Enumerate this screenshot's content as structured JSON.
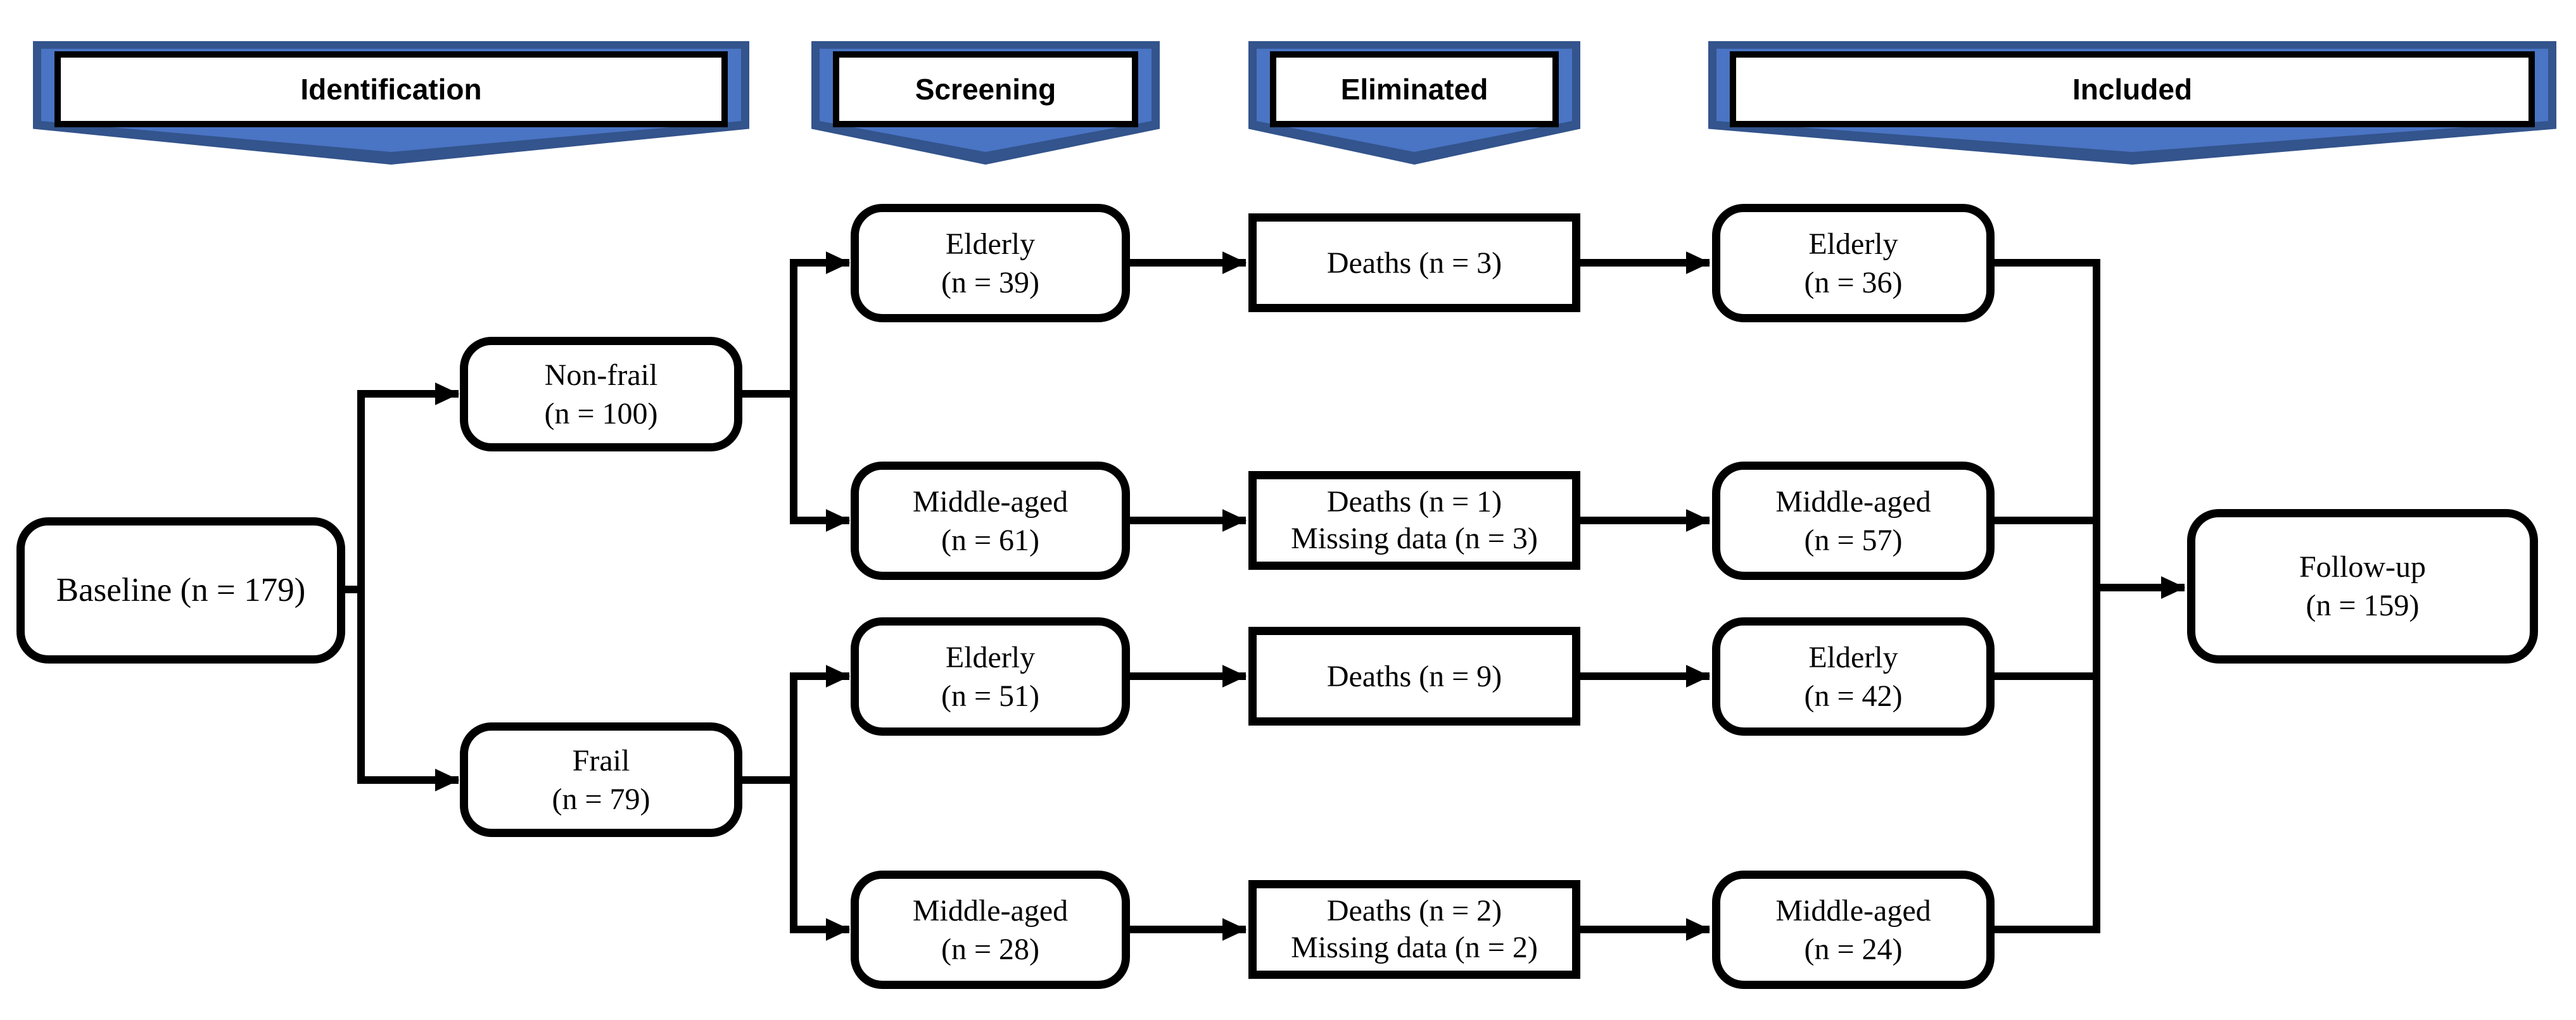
{
  "banners": [
    {
      "label": "Identification"
    },
    {
      "label": "Screening"
    },
    {
      "label": "Eliminated"
    },
    {
      "label": "Included"
    }
  ],
  "nodes": {
    "baseline": {
      "lines": [
        "Baseline (n = 179)"
      ]
    },
    "non_frail": {
      "lines": [
        "Non-frail",
        "(n = 100)"
      ]
    },
    "frail": {
      "lines": [
        "Frail",
        "(n = 79)"
      ]
    },
    "screening_elderly_nonfrail": {
      "lines": [
        "Elderly",
        "(n = 39)"
      ]
    },
    "screening_middle_nonfrail": {
      "lines": [
        "Middle-aged",
        "(n = 61)"
      ]
    },
    "screening_elderly_frail": {
      "lines": [
        "Elderly",
        "(n = 51)"
      ]
    },
    "screening_middle_frail": {
      "lines": [
        "Middle-aged",
        "(n = 28)"
      ]
    },
    "eliminated_nonfrail_elderly": {
      "lines": [
        "Deaths (n = 3)"
      ]
    },
    "eliminated_nonfrail_middle": {
      "lines": [
        "Deaths (n = 1)",
        "Missing data (n = 3)"
      ]
    },
    "eliminated_frail_elderly": {
      "lines": [
        "Deaths (n = 9)"
      ]
    },
    "eliminated_frail_middle": {
      "lines": [
        "Deaths (n = 2)",
        "Missing data (n = 2)"
      ]
    },
    "included_nonfrail_elderly": {
      "lines": [
        "Elderly",
        "(n = 36)"
      ]
    },
    "included_nonfrail_middle": {
      "lines": [
        "Middle-aged",
        "(n = 57)"
      ]
    },
    "included_frail_elderly": {
      "lines": [
        "Elderly",
        "(n = 42)"
      ]
    },
    "included_frail_middle": {
      "lines": [
        "Middle-aged",
        "(n = 24)"
      ]
    },
    "follow_up": {
      "lines": [
        "Follow-up",
        "(n = 159)"
      ]
    }
  },
  "colors": {
    "banner_fill": "#4a74c4",
    "banner_edge": "#33548c",
    "line_color": "#000000",
    "node_fill": "#ffffff",
    "background": "#ffffff"
  }
}
